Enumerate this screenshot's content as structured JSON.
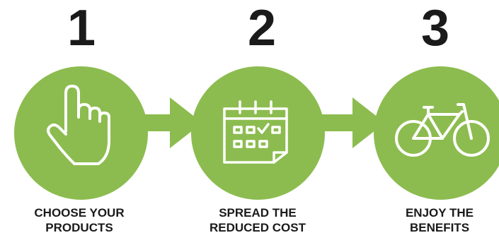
{
  "steps": [
    {
      "number": "1",
      "line1": "CHOOSE YOUR",
      "line2": "PRODUCTS",
      "icon": "hand-pointer-icon"
    },
    {
      "number": "2",
      "line1": "SPREAD THE",
      "line2": "REDUCED COST",
      "icon": "calendar-icon"
    },
    {
      "number": "3",
      "line1": "ENJOY THE",
      "line2": "BENEFITS",
      "icon": "bicycle-icon"
    }
  ],
  "colors": {
    "circle": "#8cbc4f",
    "icon_stroke": "#ffffff",
    "text": "#1a1a1a"
  }
}
